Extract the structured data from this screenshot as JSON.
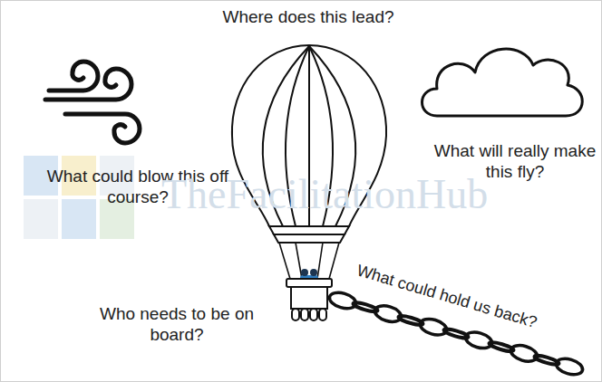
{
  "diagram": {
    "labels": [
      "Where does this lead?",
      "What could blow this off course?",
      "What will really make this fly?",
      "TheFacilitationHub",
      "Who needs to be on board?",
      "What could hold us back?"
    ]
  }
}
